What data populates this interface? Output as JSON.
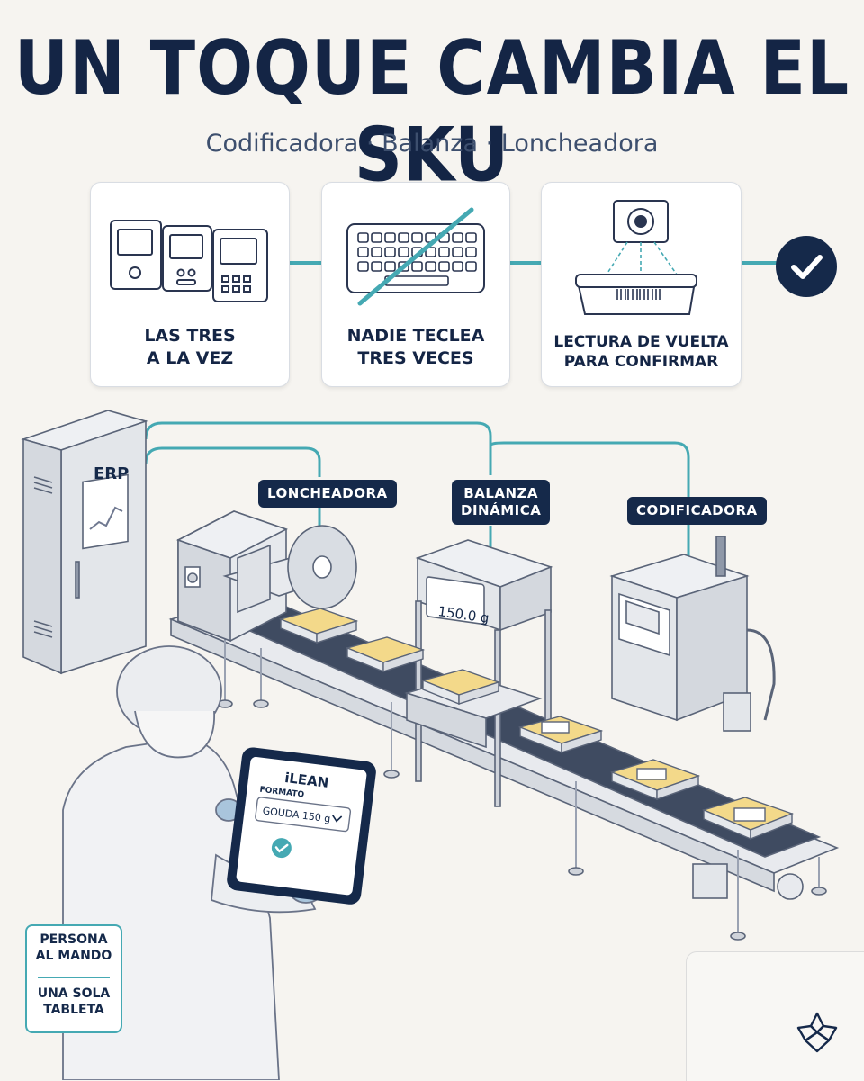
{
  "header": {
    "title": "UN TOQUE CAMBIA EL SKU",
    "subtitle": "Codificadora · Balanza · Loncheadora"
  },
  "cards": [
    {
      "icon": "three-control-panels-icon",
      "line1": "LAS TRES",
      "line2": "A LA VEZ"
    },
    {
      "icon": "crossed-keyboard-icon",
      "line1": "NADIE TECLEA",
      "line2": "TRES VECES"
    },
    {
      "icon": "scanner-tray-icon",
      "line1": "LECTURA DE VUELTA",
      "line2": "PARA CONFIRMAR"
    }
  ],
  "confirm_icon": "check-icon",
  "erp_label": "ERP",
  "machines": {
    "slicer": "LONCHEADORA",
    "scale_line1": "BALANZA",
    "scale_line2": "DINÁMICA",
    "coder": "CODIFICADORA"
  },
  "scale_readout": "150.0 g",
  "tablet": {
    "app_name": "iLEAN",
    "field_label": "FORMATO",
    "selected_value": "GOUDA 150 g"
  },
  "persona_box": {
    "line1": "PERSONA",
    "line2": "AL MANDO",
    "line3": "UNA SOLA",
    "line4": "TABLETA"
  },
  "colors": {
    "navy": "#15294a",
    "teal": "#45a9b3",
    "background": "#f6f4f0",
    "cheese": "#f3d98a"
  }
}
